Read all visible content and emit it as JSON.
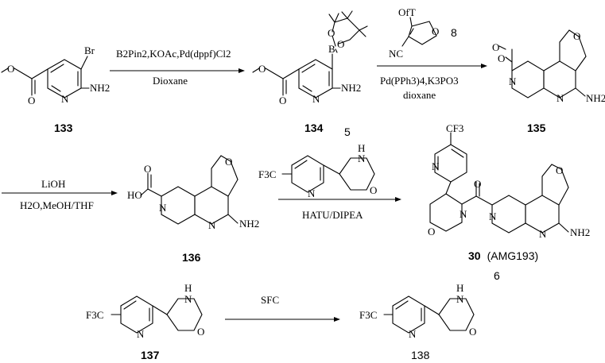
{
  "compounds": [
    {
      "id": "133",
      "name_label": "133",
      "atoms": {
        "O": "O",
        "N": "N",
        "Br": "Br",
        "NH2": "NH2"
      }
    },
    {
      "id": "134",
      "name_label": "134",
      "atoms": {
        "O": "O",
        "N": "N",
        "B": "B",
        "NH2": "NH2"
      }
    },
    {
      "id": "135",
      "name_label": "135",
      "atoms": {
        "O": "O",
        "N": "N",
        "NH2": "NH2"
      }
    },
    {
      "id": "136",
      "name_label": "136",
      "atoms": {
        "HO": "HO",
        "O": "O",
        "N": "N",
        "NH2": "NH2"
      }
    },
    {
      "id": "30",
      "name_label": "30",
      "name_suffix": "(AMG193)",
      "atoms": {
        "CF3": "CF3",
        "O": "O",
        "N": "N",
        "NH2": "NH2"
      }
    },
    {
      "id": "137",
      "name_label": "137",
      "atoms": {
        "F3C": "F3C",
        "N": "N",
        "H": "H",
        "O": "O"
      }
    },
    {
      "id": "138",
      "name_label": "138",
      "atoms": {
        "F3C": "F3C",
        "N": "N",
        "H": "H",
        "O": "O"
      }
    },
    {
      "id": "8",
      "name_label": "8",
      "atoms": {
        "OTf": "OfT",
        "O": "O",
        "NC": "NC"
      }
    },
    {
      "id": "5",
      "name_label": "5",
      "atoms": {
        "F3C": "F3C",
        "N": "N",
        "H": "H",
        "O": "O"
      }
    },
    {
      "id": "6",
      "name_label": "6"
    }
  ],
  "reactions": [
    {
      "id": "step1",
      "reagents_top": "B2Pin2,KOAc,Pd(dppf)Cl2",
      "reagents_bottom": "Dioxane"
    },
    {
      "id": "step2",
      "reagents_bottom_1": "Pd(PPh3)4,K3PO3",
      "reagents_bottom_2": "dioxane"
    },
    {
      "id": "step3",
      "reagents_top": "LiOH",
      "reagents_bottom": "H2O,MeOH/THF"
    },
    {
      "id": "step4",
      "reagents_bottom": "HATU/DIPEA"
    },
    {
      "id": "step5",
      "reagents_top": "SFC"
    }
  ]
}
